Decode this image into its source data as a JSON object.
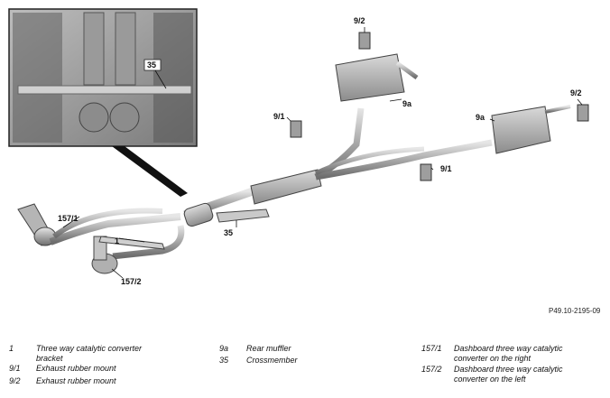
{
  "diagram": {
    "labels": {
      "inset_35": "35",
      "l_9_2_top": "9/2",
      "l_9a_top": "9a",
      "l_9_2_right": "9/2",
      "l_9_1_left": "9/1",
      "l_9a_right": "9a",
      "l_9_1_right": "9/1",
      "l_157_1": "157/1",
      "l_1": "1",
      "l_35": "35",
      "l_157_2": "157/2"
    },
    "reference_code": "P49.10-2195-09"
  },
  "legend": {
    "col1": [
      {
        "num": "1",
        "text": "Three way catalytic converter bracket"
      },
      {
        "num": "9/1",
        "text": "Exhaust rubber mount"
      },
      {
        "num": "9/2",
        "text": "Exhaust rubber mount"
      }
    ],
    "col2": [
      {
        "num": "9a",
        "text": "Rear muffler"
      },
      {
        "num": "35",
        "text": "Crossmember"
      }
    ],
    "col3": [
      {
        "num": "157/1",
        "text": "Dashboard three way catalytic converter on the right"
      },
      {
        "num": "157/2",
        "text": "Dashboard three way catalytic converter on the left"
      }
    ]
  }
}
